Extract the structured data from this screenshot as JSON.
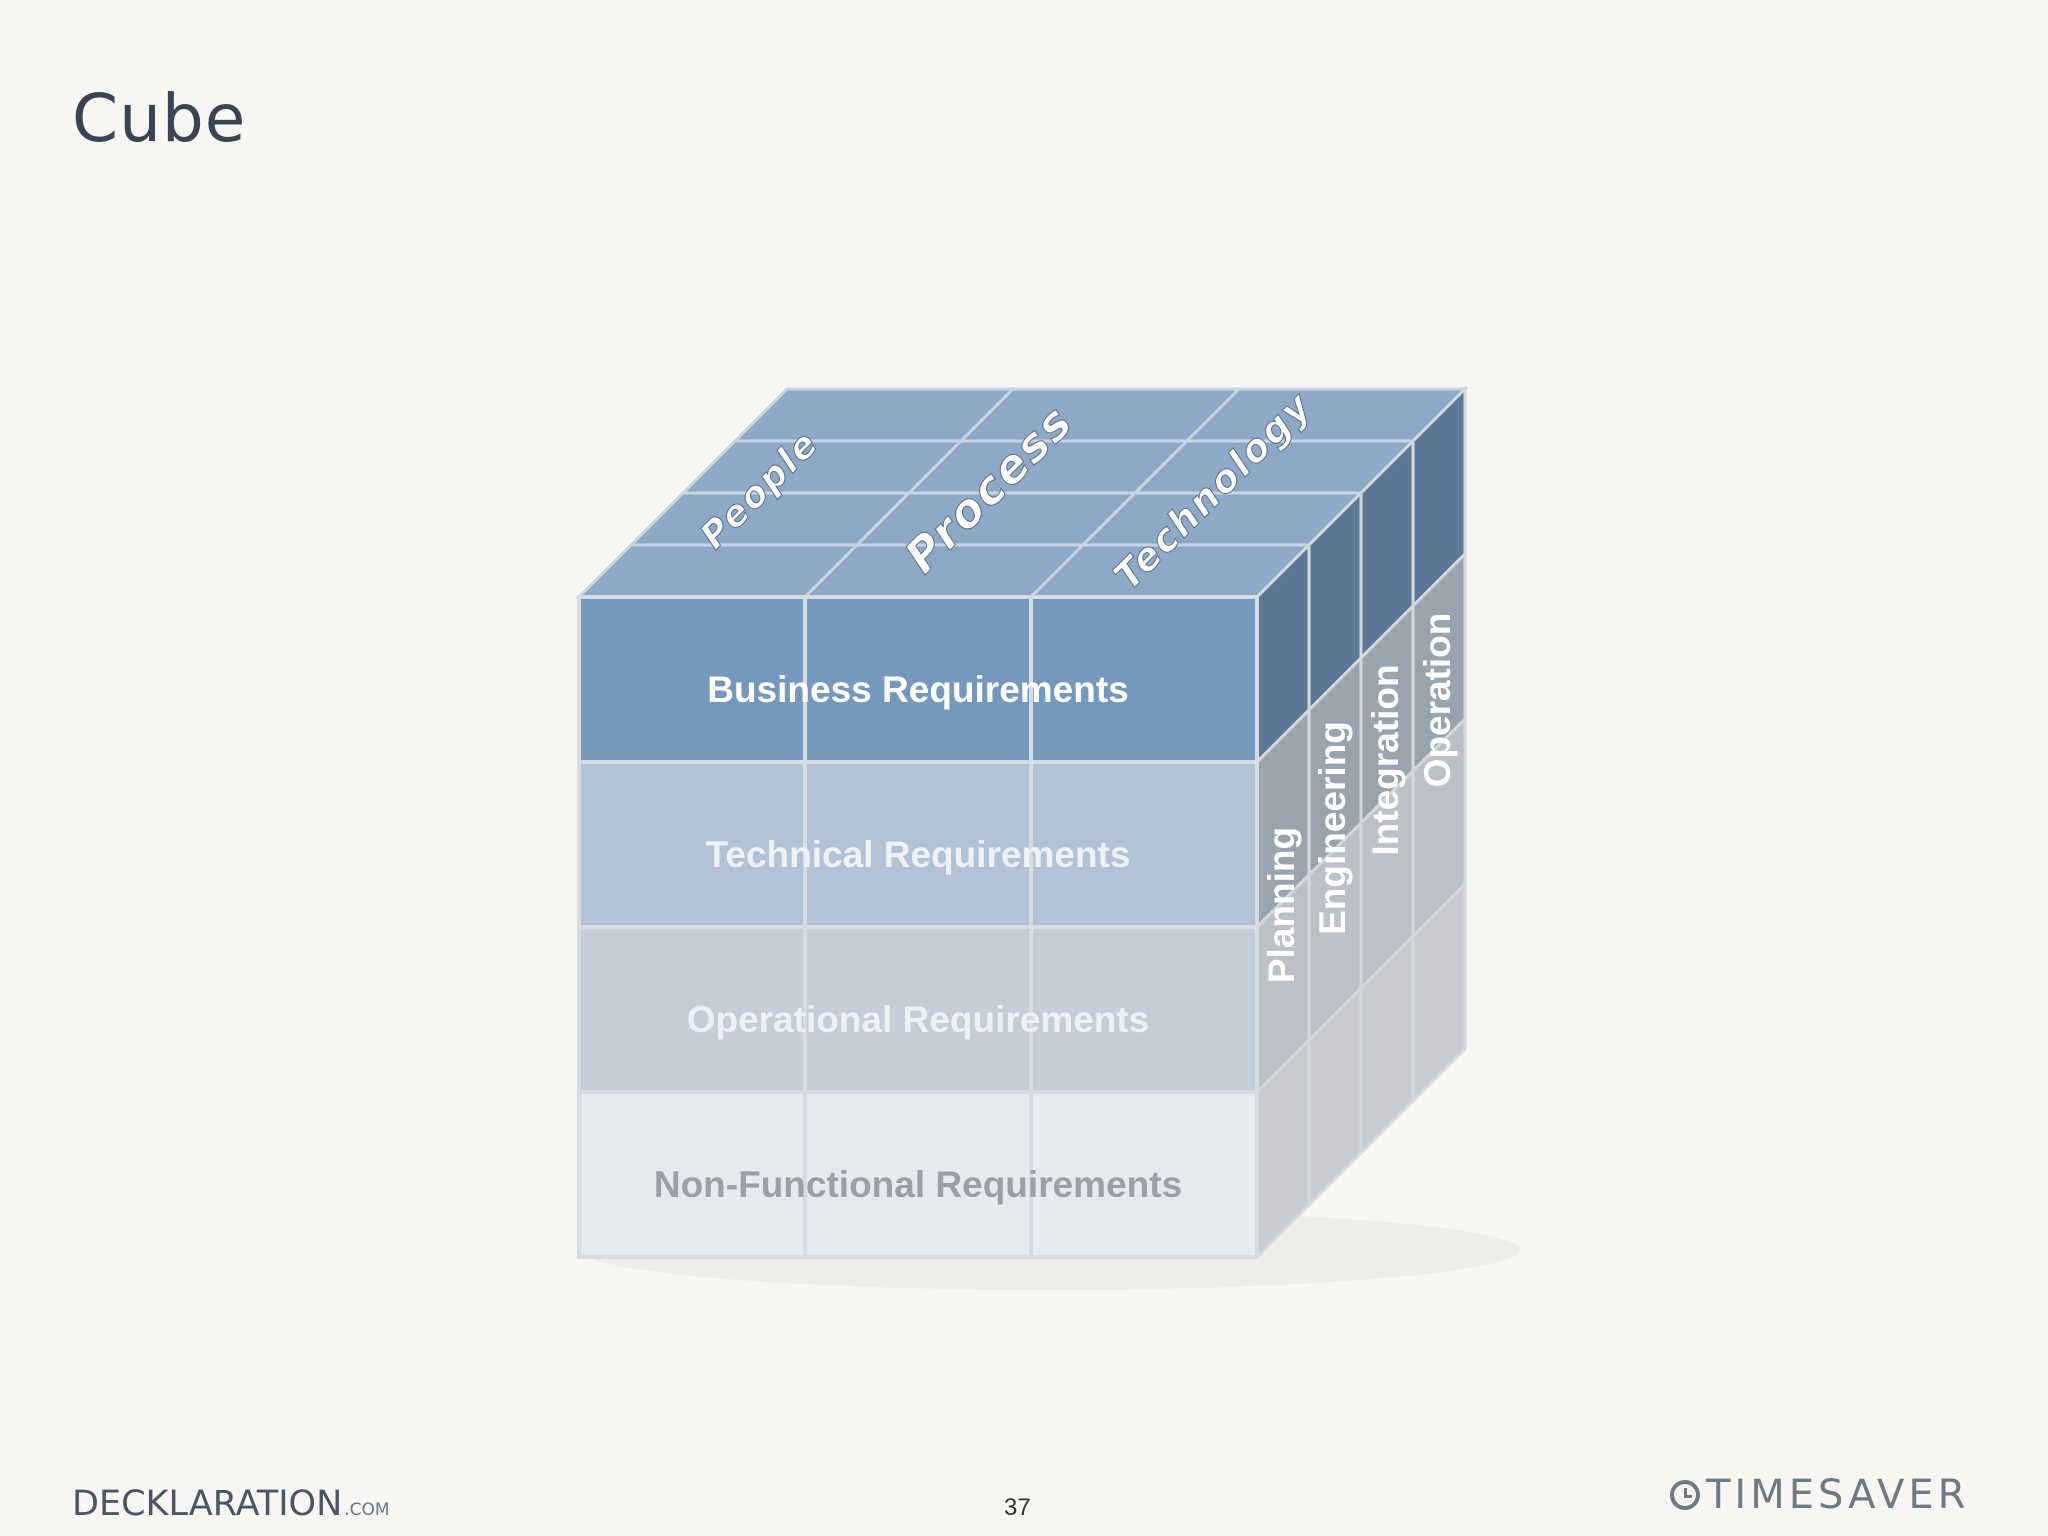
{
  "slide": {
    "title": "Cube",
    "page_number": "37",
    "footer_logo_left": "DECKLARATION",
    "footer_logo_left_suffix": ".COM",
    "footer_logo_right": "TIMESAVER"
  },
  "cube": {
    "top_labels": [
      "People",
      "Process",
      "Technology"
    ],
    "layer_labels": [
      "Business Requirements",
      "Technical Requirements",
      "Operational Requirements",
      "Non-Functional Requirements"
    ],
    "side_labels": [
      "Planning",
      "Engineering",
      "Integration",
      "Operation"
    ],
    "colors": {
      "top": "#8ea9c8",
      "layers_front": [
        "#7598bd",
        "#b2c3d7",
        "#c4cdd8",
        "#e6e9ee"
      ],
      "layers_side": [
        "#5d7796",
        "#9aa4af",
        "#bdc0c6",
        "#c9cbce"
      ],
      "layer_text": [
        "#ffffff",
        "#eef2f6",
        "#eef1f4",
        "#9aa0a8"
      ]
    }
  }
}
